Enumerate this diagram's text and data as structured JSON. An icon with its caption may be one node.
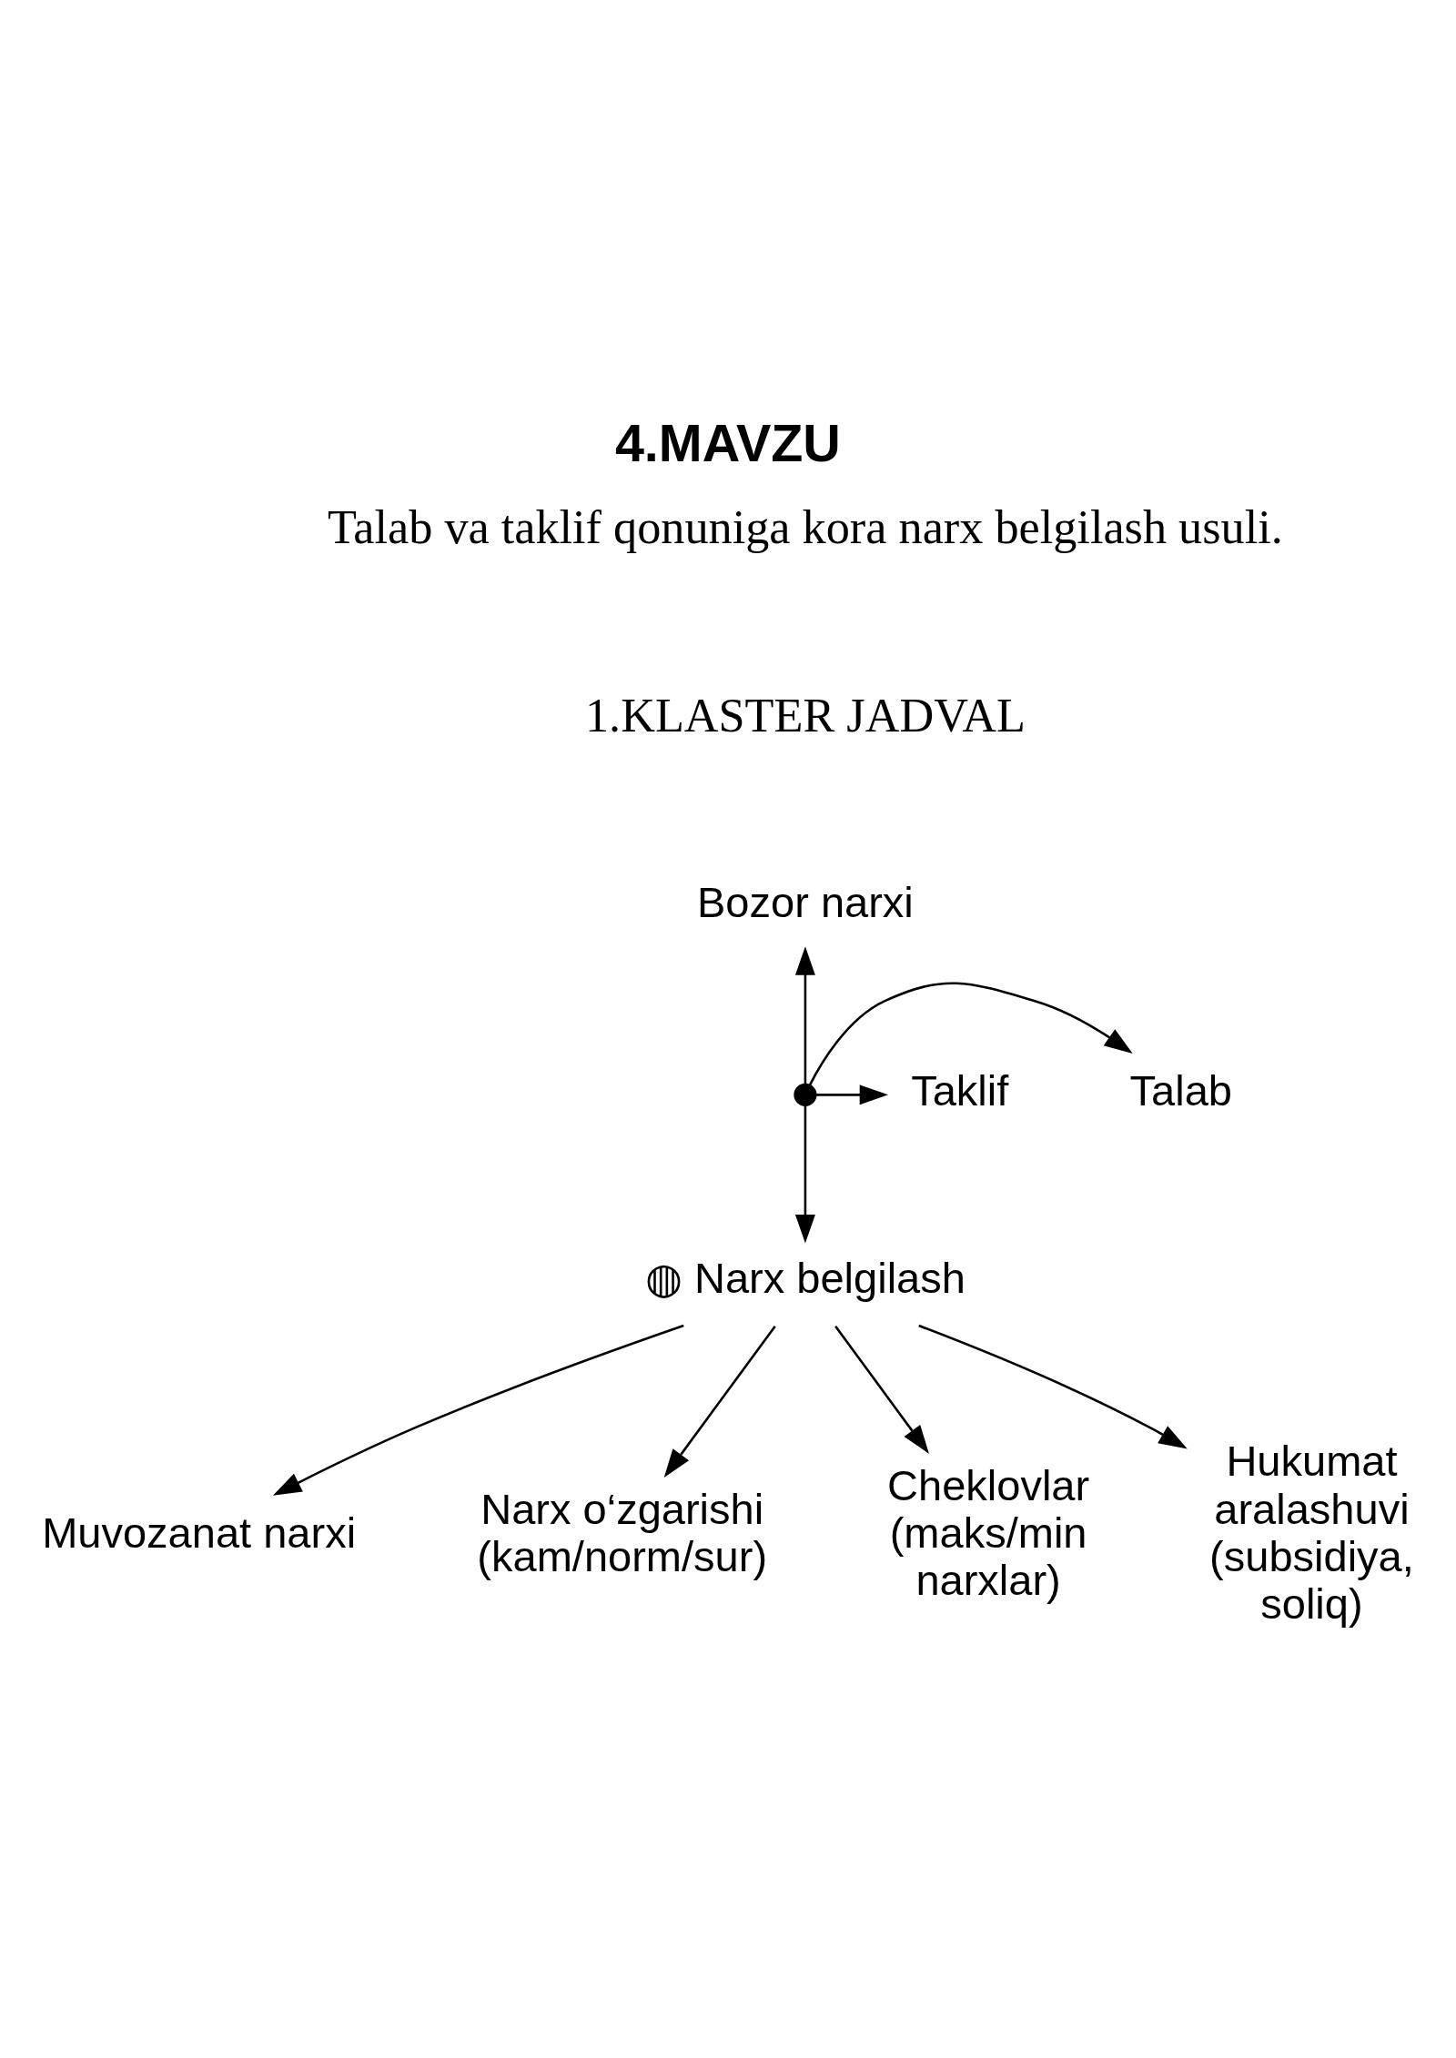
{
  "diagram": {
    "title": "4.MAVZU",
    "nodes": [
      {
        "text": [
          "Bozor narxi"
        ]
      },
      {
        "text": [],
        "shape": "point"
      },
      {
        "text": [
          "Talab"
        ]
      },
      {
        "text": [
          "Taklif"
        ]
      },
      {
        "text": [
          "◍ Narx belgilash"
        ]
      },
      {
        "text": [
          "Muvozanat narxi"
        ]
      },
      {
        "text": [
          "Narx o‘zgarishi (kam/norm/sur)"
        ]
      },
      {
        "text": [
          "Cheklovlar (maks/min narxlar)"
        ]
      },
      {
        "text": [
          "Hukumat aralashuvi (subsidiya, soliq)"
        ]
      }
    ],
    "edges": [
      {
        "from": 1,
        "to": 0,
        "arrow": "to"
      },
      {
        "from": 1,
        "to": 2,
        "arrow": "to"
      },
      {
        "from": 1,
        "to": 3,
        "arrow": "to"
      },
      {
        "from": 1,
        "to": 4,
        "arrow": "to"
      },
      {
        "from": 4,
        "to": 5,
        "arrow": "to"
      },
      {
        "from": 4,
        "to": 6,
        "arrow": "to"
      },
      {
        "from": 4,
        "to": 7,
        "arrow": "to"
      },
      {
        "from": 4,
        "to": 8,
        "arrow": "to"
      }
    ],
    "labels": [
      "Talab va taklif qonuniga kora narx belgilash usuli.",
      "1.KLASTER JADVAL"
    ]
  }
}
